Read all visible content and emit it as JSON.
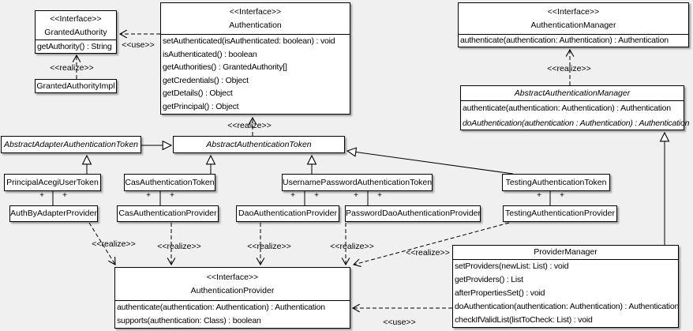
{
  "diagram": {
    "background": "#f0f0f0",
    "box_fill": "#ffffff",
    "border_color": "#000000",
    "labels": {
      "realize": "<<realize>>",
      "use": "<<use>>",
      "plus": "+"
    },
    "classes": {
      "granted_authority": {
        "stereotype": "<<Interface>>",
        "name": "GrantedAuthority",
        "methods": [
          "getAuthority() : String"
        ]
      },
      "granted_authority_impl": {
        "name": "GrantedAuthorityImpl"
      },
      "authentication": {
        "stereotype": "<<Interface>>",
        "name": "Authentication",
        "methods": [
          "setAuthenticated(isAuthenticated: boolean) : void",
          "isAuthenticated() : boolean",
          "getAuthorities() : GrantedAuthority[]",
          "getCredentials() : Object",
          "getDetails() : Object",
          "getPrincipal() : Object"
        ]
      },
      "authentication_manager": {
        "stereotype": "<<Interface>>",
        "name": "AuthenticationManager",
        "methods": [
          "authenticate(authentication: Authentication) : Authentication"
        ]
      },
      "abstract_authentication_manager": {
        "name": "AbstractAuthenticationManager",
        "methods": [
          "authenticate(authentication: Authentication) : Authentication",
          "doAuthentication(authentication : Authentication) : Authentication"
        ]
      },
      "abstract_adapter_authentication_token": {
        "name": "AbstractAdapterAuthenticationToken"
      },
      "abstract_authentication_token": {
        "name": "AbstractAuthenticationToken"
      },
      "principal_acegi_user_token": {
        "name": "PrincipalAcegiUserToken"
      },
      "cas_authentication_token": {
        "name": "CasAuthenticationToken"
      },
      "username_password_authentication_token": {
        "name": "UsernamePasswordAuthenticationToken"
      },
      "testing_authentication_token": {
        "name": "TestingAuthenticationToken"
      },
      "auth_by_adapter_provider": {
        "name": "AuthByAdapterProvider"
      },
      "cas_authentication_provider": {
        "name": "CasAuthenticationProvider"
      },
      "dao_authentication_provider": {
        "name": "DaoAuthenticationProvider"
      },
      "password_dao_authentication_provider": {
        "name": "PasswordDaoAuthenticationProvider"
      },
      "testing_authentication_provider": {
        "name": "TestingAuthenticationProvider"
      },
      "provider_manager": {
        "name": "ProviderManager",
        "methods": [
          "setProviders(newList: List) : void",
          "getProviders() : List",
          "afterPropertiesSet() : void",
          "doAuthentication(authentication: Authentication) : Authentication",
          "checkIfValidList(listToCheck: List) : void"
        ]
      },
      "authentication_provider": {
        "stereotype": "<<Interface>>",
        "name": "AuthenticationProvider",
        "methods": [
          "authenticate(authentication: Authentication) : Authentication",
          "supports(authentication: Class) : boolean"
        ]
      }
    },
    "relationships": [
      {
        "from": "Authentication",
        "to": "GrantedAuthority",
        "type": "use"
      },
      {
        "from": "GrantedAuthorityImpl",
        "to": "GrantedAuthority",
        "type": "realize"
      },
      {
        "from": "AbstractAuthenticationToken",
        "to": "Authentication",
        "type": "realize"
      },
      {
        "from": "AbstractAuthenticationManager",
        "to": "AuthenticationManager",
        "type": "realize"
      },
      {
        "from": "AbstractAdapterAuthenticationToken",
        "to": "AbstractAuthenticationToken",
        "type": "generalization"
      },
      {
        "from": "PrincipalAcegiUserToken",
        "to": "AbstractAdapterAuthenticationToken",
        "type": "generalization"
      },
      {
        "from": "CasAuthenticationToken",
        "to": "AbstractAuthenticationToken",
        "type": "generalization"
      },
      {
        "from": "UsernamePasswordAuthenticationToken",
        "to": "AbstractAuthenticationToken",
        "type": "generalization"
      },
      {
        "from": "TestingAuthenticationToken",
        "to": "AbstractAuthenticationToken",
        "type": "generalization"
      },
      {
        "from": "ProviderManager",
        "to": "AbstractAuthenticationManager",
        "type": "generalization"
      },
      {
        "from": "PrincipalAcegiUserToken",
        "to": "AuthByAdapterProvider",
        "type": "association"
      },
      {
        "from": "CasAuthenticationToken",
        "to": "CasAuthenticationProvider",
        "type": "association"
      },
      {
        "from": "UsernamePasswordAuthenticationToken",
        "to": "DaoAuthenticationProvider",
        "type": "association"
      },
      {
        "from": "UsernamePasswordAuthenticationToken",
        "to": "PasswordDaoAuthenticationProvider",
        "type": "association"
      },
      {
        "from": "TestingAuthenticationToken",
        "to": "TestingAuthenticationProvider",
        "type": "association"
      },
      {
        "from": "AuthByAdapterProvider",
        "to": "AuthenticationProvider",
        "type": "realize"
      },
      {
        "from": "CasAuthenticationProvider",
        "to": "AuthenticationProvider",
        "type": "realize"
      },
      {
        "from": "DaoAuthenticationProvider",
        "to": "AuthenticationProvider",
        "type": "realize"
      },
      {
        "from": "PasswordDaoAuthenticationProvider",
        "to": "AuthenticationProvider",
        "type": "realize"
      },
      {
        "from": "TestingAuthenticationProvider",
        "to": "AuthenticationProvider",
        "type": "realize"
      },
      {
        "from": "ProviderManager",
        "to": "AuthenticationProvider",
        "type": "use"
      }
    ]
  }
}
